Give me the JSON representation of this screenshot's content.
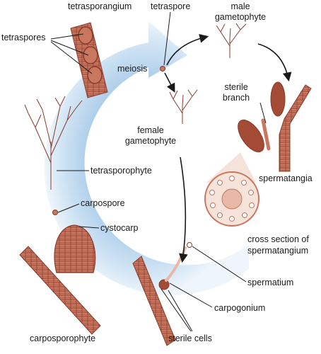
{
  "labels": {
    "tetrasporangium": "tetrasporangium",
    "tetraspores": "tetraspores",
    "tetraspore": "tetraspore",
    "meiosis": "meiosis",
    "male_gametophyte_1": "male",
    "male_gametophyte_2": "gametophyte",
    "sterile_branch_1": "sterile",
    "sterile_branch_2": "branch",
    "female_gametophyte_1": "female",
    "female_gametophyte_2": "gametophyte",
    "tetrasporophyte": "tetrasporophyte",
    "spermatangia": "spermatangia",
    "carpospore": "carpospore",
    "cystocarp": "cystocarp",
    "cross_section_1": "cross section of",
    "cross_section_2": "spermatangium",
    "spermatium": "spermatium",
    "carpogonium": "carpogonium",
    "carposporophyte": "carposporophyte",
    "sterile_cells": "sterile cells"
  },
  "colors": {
    "cycle_arrow": "#cfe3f3",
    "tissue": "#c9775f",
    "tissue_dark": "#8a3b2b",
    "tissue_light": "#e8b9a6",
    "line": "#1a1a1a"
  }
}
